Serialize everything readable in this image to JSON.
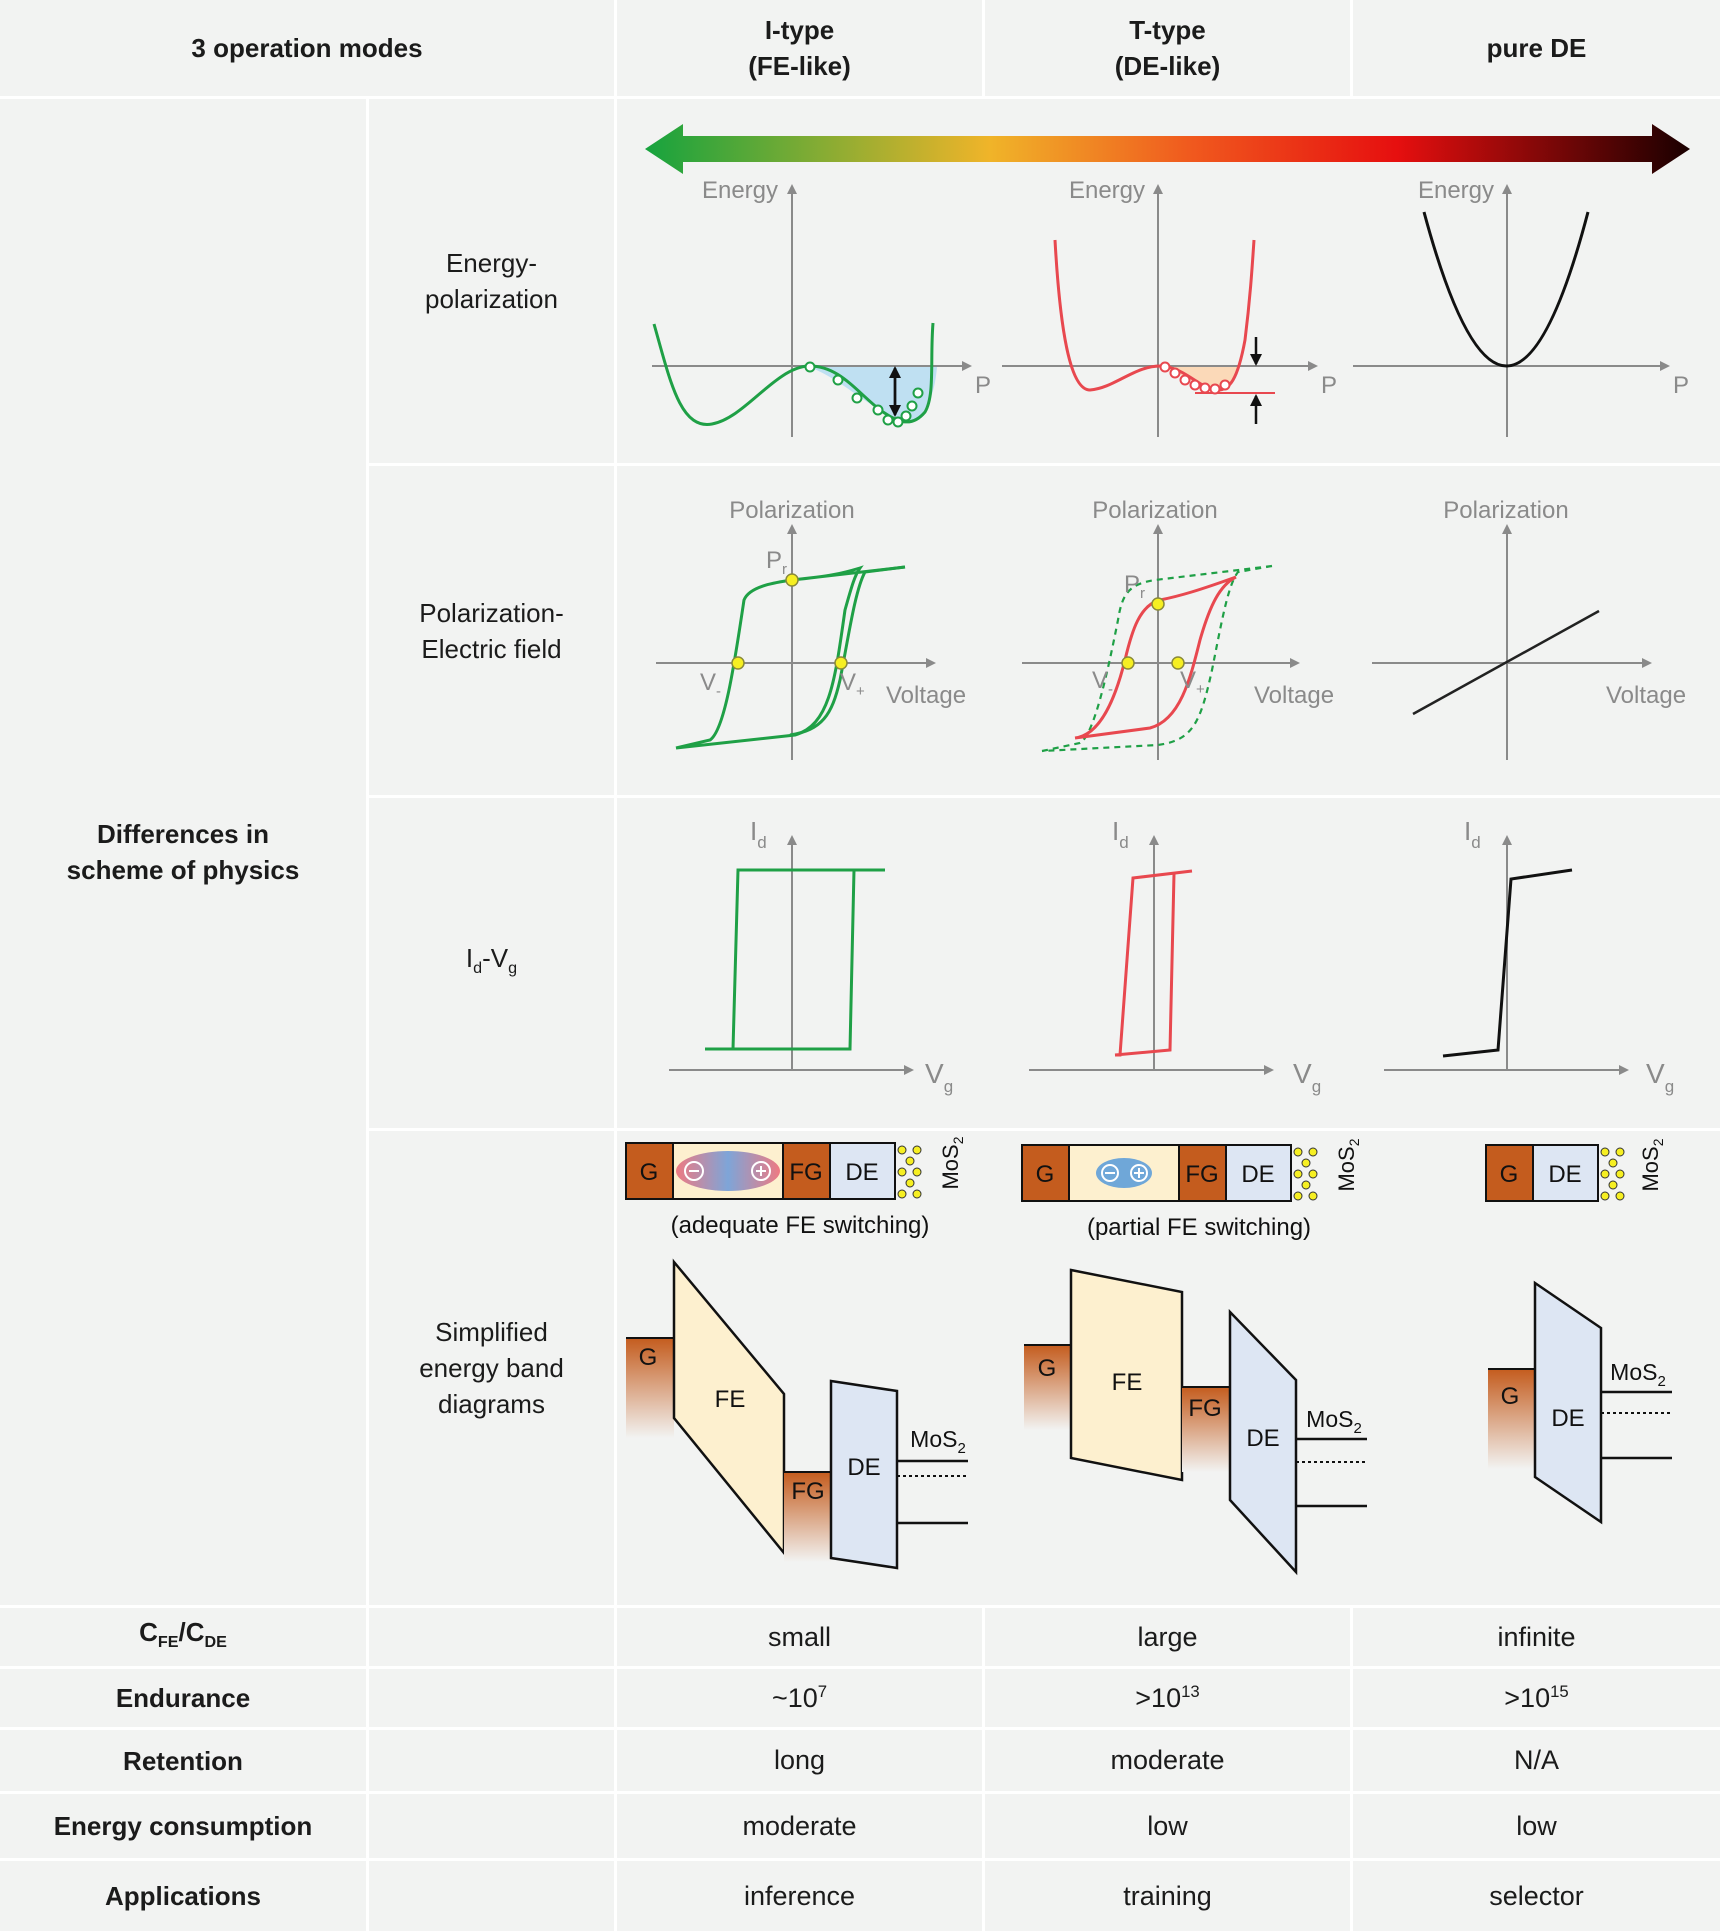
{
  "header": {
    "corner": "3 operation modes",
    "modes": [
      {
        "line1": "I-type",
        "line2": "(FE-like)"
      },
      {
        "line1": "T-type",
        "line2": "(DE-like)"
      },
      {
        "line1": "pure DE",
        "line2": ""
      }
    ]
  },
  "physics": {
    "group_label": "Differences in scheme of physics",
    "rows": {
      "energy_polarization": "Energy-\npolarization",
      "polarization_field": "Polarization-\nElectric field",
      "id_vg": {
        "main1": "I",
        "sub1": "d",
        "dash": "-V",
        "sub2": "g"
      },
      "band": "Simplified\nenergy band\ndiagrams"
    }
  },
  "plots": {
    "energy_axis": "Energy",
    "p_axis": "P",
    "polarization_axis": "Polarization",
    "voltage_axis": "Voltage",
    "pr": "P",
    "pr_sub": "r",
    "vminus": "V",
    "vminus_sub": "-",
    "vplus": "V",
    "vplus_sub": "+",
    "id": "I",
    "id_sub": "d",
    "vg": "V",
    "vg_sub": "g"
  },
  "band": {
    "g": "G",
    "fg": "FG",
    "de": "DE",
    "fe": "FE",
    "mos2": "MoS",
    "mos2_sub": "2",
    "caption_i": "(adequate FE switching)",
    "caption_t": "(partial FE switching)"
  },
  "metrics": [
    {
      "label": "C_FE/C_DE",
      "label_main1": "C",
      "label_sub1": "FE",
      "label_mid": "/C",
      "label_sub2": "DE",
      "values": [
        {
          "t": "small"
        },
        {
          "t": "large"
        },
        {
          "t": "infinite"
        }
      ]
    },
    {
      "label": "Endurance",
      "values": [
        {
          "t": "~10",
          "sup": "7"
        },
        {
          "t": ">10",
          "sup": "13"
        },
        {
          "t": ">10",
          "sup": "15"
        }
      ]
    },
    {
      "label": "Retention",
      "values": [
        {
          "t": "long"
        },
        {
          "t": "moderate"
        },
        {
          "t": "N/A"
        }
      ]
    },
    {
      "label": "Energy consumption",
      "values": [
        {
          "t": "moderate"
        },
        {
          "t": "low"
        },
        {
          "t": "low"
        }
      ]
    },
    {
      "label": "Applications",
      "values": [
        {
          "t": "inference"
        },
        {
          "t": "training"
        },
        {
          "t": "selector"
        }
      ]
    }
  ],
  "colors": {
    "cell_bg": "#f2f3f2",
    "i_type": "#1fa046",
    "t_type": "#e8484f",
    "pure_de": "#111111",
    "axis": "#8a8a8a",
    "fe_fill": "#fdf0cf",
    "de_fill": "#dde6f3",
    "gate": "#c45c1e",
    "well_blue": "#bfe0f2",
    "well_orange": "#fbd9b8"
  }
}
